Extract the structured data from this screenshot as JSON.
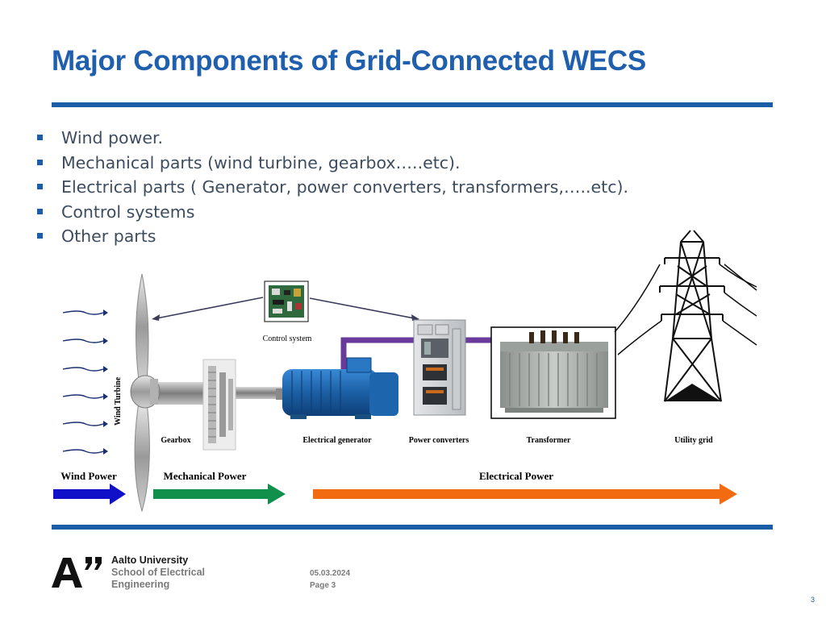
{
  "slide": {
    "title": "Major Components of Grid-Connected WECS",
    "bullets": [
      "Wind power.",
      "Mechanical parts (wind turbine, gearbox…..etc).",
      "Electrical parts ( Generator, power converters, transformers,…..etc).",
      "Control systems",
      "Other parts"
    ]
  },
  "diagram": {
    "labels": {
      "control_system": "Control system",
      "wind_turbine": "Wind Turbine",
      "gearbox": "Gearbox",
      "electrical_generator": "Electrical generator",
      "power_converters": "Power converters",
      "transformer": "Transformer",
      "utility_grid": "Utility grid"
    },
    "flows": {
      "wind_power": "Wind Power",
      "mechanical_power": "Mechanical Power",
      "electrical_power": "Electrical Power"
    },
    "colors": {
      "wind_arrow": "#1010c8",
      "mechanical_arrow": "#10904a",
      "electrical_arrow": "#f26b10",
      "power_link": "#6a3a9a",
      "accent": "#1b5ea8",
      "generator": "#1f6fb8"
    }
  },
  "footer": {
    "logo_text": "A”",
    "university": "Aalto University",
    "school_line1": "School of Electrical",
    "school_line2": "Engineering",
    "date": "05.03.2024",
    "page": "Page 3",
    "slide_number": "3"
  }
}
